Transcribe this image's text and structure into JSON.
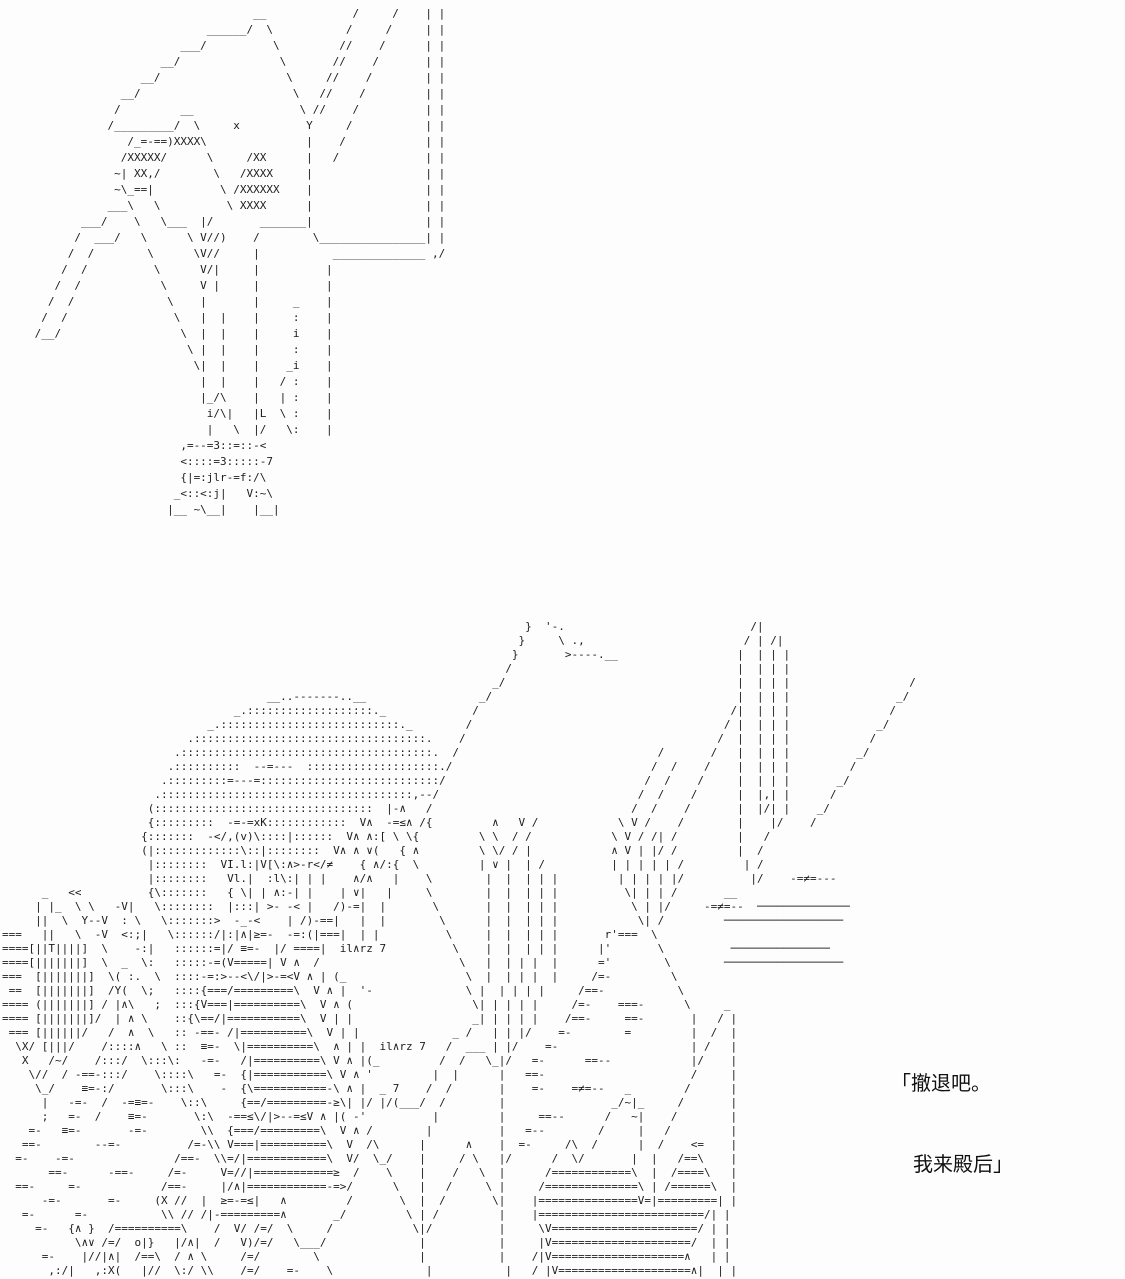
{
  "page": {
    "background_color": "#fdfdfd",
    "ink_color": "#1c1c1c"
  },
  "artwork": {
    "panel_top": {
      "name": "creature-figure-ascii-art",
      "art_lines": [
        "                                  __             /     /    | |",
        "                           ______/  \\           /     /     | |",
        "                       ___/          \\         //    /      | |",
        "                    __/               \\       //    /       | |",
        "                 __/                   \\     //    /        | |",
        "              __/                       \\   //    /         | |",
        "             /         __                \\ //    /          | |",
        "            /_________/  \\     x          Y     /           | |",
        "               /_=-==)XXXX\\               |    /            | |",
        "              /XXXXX/      \\     /XX      |   /             | |",
        "             ~| XX,/        \\   /XXXX     |                 | |",
        "             ~\\_==|          \\ /XXXXXX    |                 | |",
        "            ___\\   \\          \\ XXXX      |                 | |",
        "        ___/    \\   \\___  |/       _______|                 | |",
        "       /  ___/   \\      \\ V//)    /        \\________________| |",
        "      /  /        \\      \\V//     |           ______________ ,/",
        "     /  /          \\      V/|     |          |",
        "    /  /            \\     V |     |          |",
        "   /  /              \\    |       |     _    |",
        "  /  /                \\   |  |    |     :    |",
        " /__/                  \\  |  |    |     i    |",
        "                        \\ |  |    |     :    |",
        "                         \\|  |    |    _i    |",
        "                          |  |    |   / :    |",
        "                          |_/\\    |   | :    |",
        "                           i/\\|   |L  \\ :    |",
        "                           |   \\  |/   \\:    |",
        "                       ,=--=3::=::-<",
        "                       <::::=3:::::-7",
        "                       {|=:jlr-=f:/\\",
        "                      _<::<:j|   V:~\\",
        "                     |__ ~\\__|    |__|"
      ]
    },
    "panel_bottom": {
      "name": "battle-scene-ascii-art",
      "art_lines": [
        "                                                                               }  '-.                            /|",
        "                                                                              }     \\ .,                        / | /|",
        "                                                                             }       >----.__                  |  | | |",
        "                                                                            /                                  |  | | |",
        "                                                                          _/                                   |  | | |                  /",
        "                                        __..-------..__                 _/                                     |  | | |                _/",
        "                                   _.:::::::::::::::::::._             /                                      /|  | | |               /",
        "                               _.:::::::::::::::::::::::::::._        /                                      / |  | | |             _/",
        "                            .:::::::::::::::::::::::::::::::::::.    /                                      /  |  | | |            /",
        "                          .::::::::::::::::::::::::::::::::::::::.  /                              /       /   |  | | |          _/",
        "                         .::::::::::  --=---  ::::::::::::::::::::./                              /  /    /    |  | | |         /",
        "                        .:::::::::=---=:::::::::::::::::::::::::::/                              /  /    /     |  | | |       _/",
        "                       .::::::::::::::::::::::::::::::::::::::,--/                              /  /    /      |  |,| |      /",
        "                      (:::::::::::::::::::::::::::::::::  |-∧   /                              /  /    /       |  |/| |    _/",
        "                      {:::::::::  -=-=xK::::::::::::  V∧  -=≤∧ /{         ∧   V /            \\ V /    /        |    |/    /",
        "                     {:::::::  -</,(v)\\::::|::::::  V∧ ∧:[ \\ \\{         \\ \\  / /            \\ V / /| /         |   /",
        "                     (|:::::::::::::\\::|::::::::  V∧ ∧ ∨(   { ∧         \\ \\/ / |            ∧ V | |/ /         |  /",
        "                      |::::::::  VI.l:|V[\\:∧>-r</≠    { ∧/:{  \\         | ∨ |  | /          | | | | | /         | /",
        "                      |::::::::   Vl.|  :l\\:| | |    ∧/∧   |    \\        |  |  | | |         | | | | |/          |/    -=≠=---",
        "      _   <<          {\\:::::::   { \\| | ∧:-| |    | ∨|   |     \\        |  |  | | |          \\| | | /       __",
        "     | |_  \\ \\   -V|   \\::::::::  |:::| >- -< |   /)-=|  |       \\       |  |  | | |           \\ | |/     -=≠=--  ──────────────",
        "     ||  \\  Y--V  : \\   \\:::::::>  -_-<    | /)-==|   |  |        \\      |  |  | | |            \\| /         ──────────────────",
        "===   ||   \\  -V  <:;|   \\::::::/|:|∧|≥=-  -=:(|===|  | |          \\     |  |  | | |       r'===  \\",
        "====[||T||||]  \\    -:|   ::::::=|/ ≡=-  |/ ====|  il∧rz 7          \\    |  |  | | |      |'       \\          ───────────────",
        "====[|||||||]  \\  _  \\:   :::::-=(V=====| V ∧  /                     \\   |  | | |  |      ='        \\        ──────────────────",
        "===  [|||||||]  \\( :.  \\  ::::-=:>--<\\/|>-=<V ∧ | (_                  \\  |  | | |  |     /=-         \\",
        " ==  [|||||||]  /Y(  \\;   ::::{===/=========\\  V ∧ |  '-              \\ |  | | | |     /==-           \\",
        "==== (|||||||] / |∧\\   ;  :::{V===|==========\\  V ∧ (                  \\| | | | |     /=-    ===-      \\     _",
        "==== [|||||||]/  | ∧ \\    ::{\\==/|===========\\  V | |                  _| | | | |    /==-     ==-       |   / |",
        " === [||||||/   /  ∧  \\   :: -==- /|==========\\  V | |              _ /   | | |/    =-        =         |  /  |",
        "  \\X/ [|||/    /::::∧   \\ ::  ≡=-  \\|==========\\  ∧ | |  il∧rz 7   /  ___ | |/    =-                    | /   |",
        "   X   /~/    /:::/  \\:::\\:   -=-   /|==========\\ V ∧ |(_         /  /   \\_|/   =-      ==--            |/    |",
        "    \\//  / -==-:::/    \\::::\\   =-  {|===========\\ V ∧ '         |  |      |   ==-                      /     |",
        "     \\_/    ≡=-:/       \\:::\\    -  {\\===========-\\ ∧ |  _ 7    /  /       |    =-    =≠=--   _        /      |",
        "      |   -=-  /  -=≡=-    \\::\\     {==/=========-≥\\| |/ |/(___/  /        |                _/~|_     /       |",
        "      ;   =-  /    ≡=-       \\:\\  -==≤\\/|>--=≤V ∧ |( -'          |         |     ==--      /   ~|    /        |",
        "    =-   ≡=-       -=-        \\\\  {===/=========\\  V ∧ /        |          |   =--        /     |   /         |",
        "   ==-        --=-          /=-\\\\ V===|==========\\  V  /\\      |      ∧    |  =-     /\\  /      |  /    <=    |",
        "  =-    -=-               /==-  \\\\=/|============\\  V/  \\_/    |     / \\   |/      /  \\/       |  |   /==\\    |",
        "       ==-      -==-     /=-     V=//|============≥  /    \\    |    /   \\  |      /============\\  |  /====\\   |",
        "  ==-     =-            /==-     |/∧|============-=>/      \\   |   /     \\ |     /==============\\ | /======\\  |",
        "      -=-       =-     (X //  |  ≥=-=≤|   ∧         /       \\  |  /       \\|    |===============V=|=========| |",
        "   =-      =-           \\\\ // /|-=========∧       _/         \\ | /         |    |=========================/| |",
        "     =-   {∧ }  /==========\\    /  V/ /=/  \\     /            \\|/          |     \\V======================/ | |",
        "           \\∧∨ /=/  o|}   |/∧|  /   V)/=/   \\___/              |           |     |V=====================/  | |",
        "      =-    |//|∧|  /==\\  / ∧ \\     /=/        \\               |           |    /|V====================∧   | |",
        "       ,:/|   ,:X(   |//  \\:/ \\\\    /=/    =-    \\              |           |   / |V====================∧|  | |"
      ]
    }
  },
  "dialogue": {
    "line1": "「撤退吧。",
    "line2": "我来殿后」",
    "full_text": "「撤退吧。我来殿后」"
  }
}
